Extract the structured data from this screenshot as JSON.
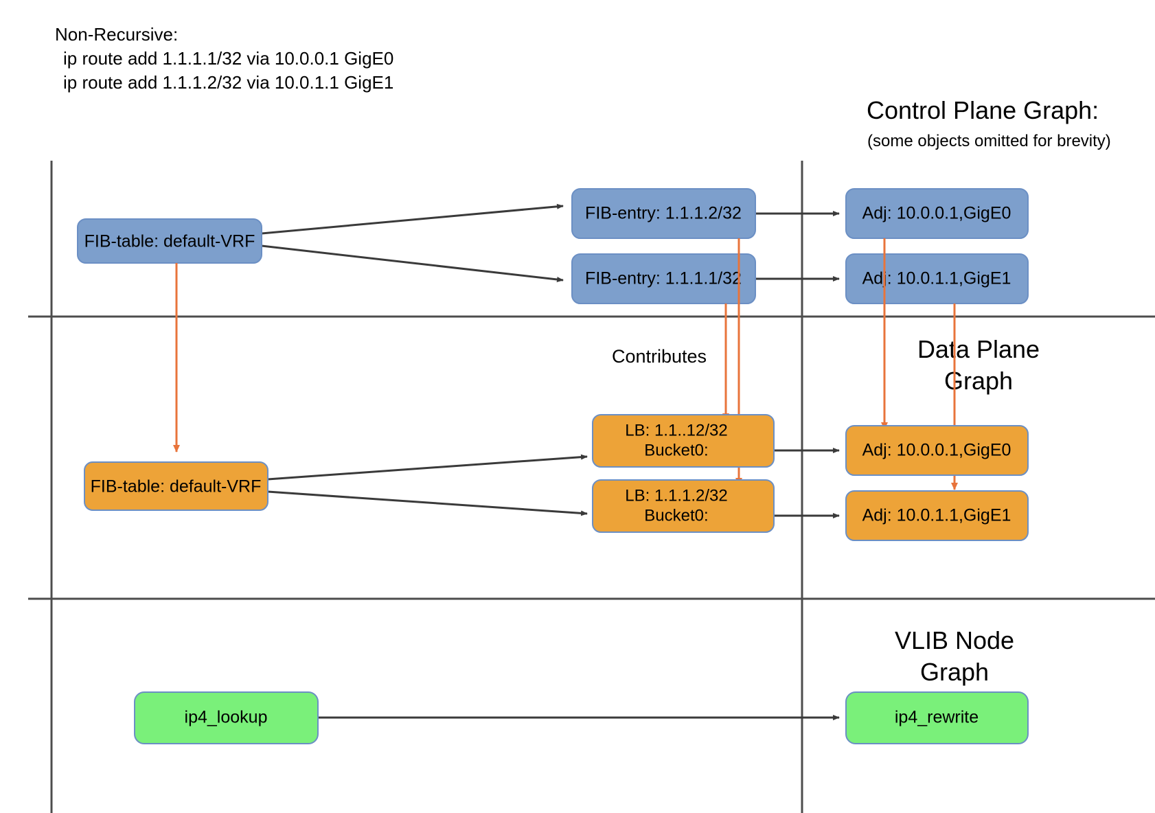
{
  "header": {
    "line1": "Non-Recursive:",
    "line2": "ip route add 1.1.1.1/32 via 10.0.0.1 GigE0",
    "line3": "ip route add 1.1.1.2/32 via 10.0.1.1 GigE1"
  },
  "titles": {
    "control_plane": "Control Plane Graph:",
    "control_plane_sub": "(some objects omitted for brevity)",
    "data_plane_line1": "Data Plane",
    "data_plane_line2": "Graph",
    "vlib_line1": "VLIB Node",
    "vlib_line2": "Graph"
  },
  "labels": {
    "contributes": "Contributes"
  },
  "colors": {
    "control_plane_fill": "#7d9fcc",
    "data_plane_fill": "#eda338",
    "vlib_fill": "#7af07a",
    "node_stroke": "#6b8fc4",
    "edge_black": "#3a3a3a",
    "edge_orange": "#e8743b",
    "divider": "#4d4d4d"
  },
  "control_plane": {
    "fib_table": "FIB-table: default-VRF",
    "fib_entry_top": "FIB-entry: 1.1.1.2/32",
    "fib_entry_bottom": "FIB-entry: 1.1.1.1/32",
    "adj_top": "Adj: 10.0.0.1,GigE0",
    "adj_bottom": "Adj: 10.0.1.1,GigE1"
  },
  "data_plane": {
    "fib_table": "FIB-table: default-VRF",
    "lb_top_line1": "LB: 1.1..12/32",
    "lb_top_line2": "Bucket0:",
    "lb_bottom_line1": "LB: 1.1.1.2/32",
    "lb_bottom_line2": "Bucket0:",
    "adj_top": "Adj: 10.0.0.1,GigE0",
    "adj_bottom": "Adj: 10.0.1.1,GigE1"
  },
  "vlib": {
    "node_left": "ip4_lookup",
    "node_right": "ip4_rewrite"
  }
}
